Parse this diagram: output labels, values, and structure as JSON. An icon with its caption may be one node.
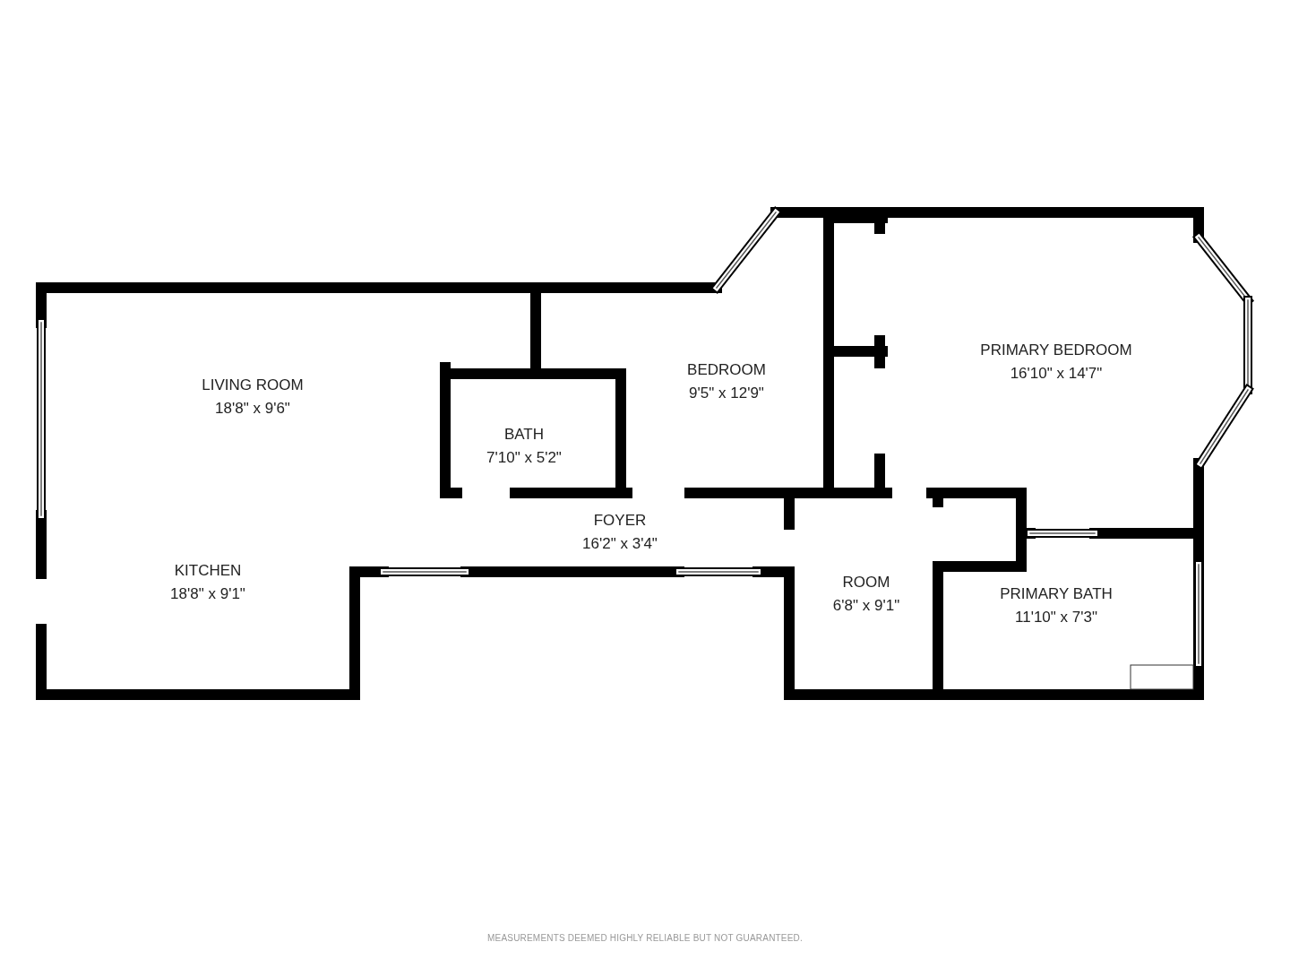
{
  "diagram": {
    "caption": "MEASUREMENTS DEEMED HIGHLY RELIABLE BUT NOT GUARANTEED.",
    "nodes": [
      {
        "text": [
          "LIVING ROOM",
          "18'8\" x 9'6\""
        ]
      },
      {
        "text": [
          "BATH",
          "7'10\" x 5'2\""
        ]
      },
      {
        "text": [
          "BEDROOM",
          "9'5\" x 12'9\""
        ]
      },
      {
        "text": [
          "PRIMARY BEDROOM",
          "16'10\" x 14'7\""
        ]
      },
      {
        "text": [
          "FOYER",
          "16'2\" x 3'4\""
        ]
      },
      {
        "text": [
          "KITCHEN",
          "18'8\" x 9'1\""
        ]
      },
      {
        "text": [
          "ROOM",
          "6'8\" x 9'1\""
        ]
      },
      {
        "text": [
          "PRIMARY BATH",
          "11'10\" x 7'3\""
        ]
      }
    ]
  }
}
